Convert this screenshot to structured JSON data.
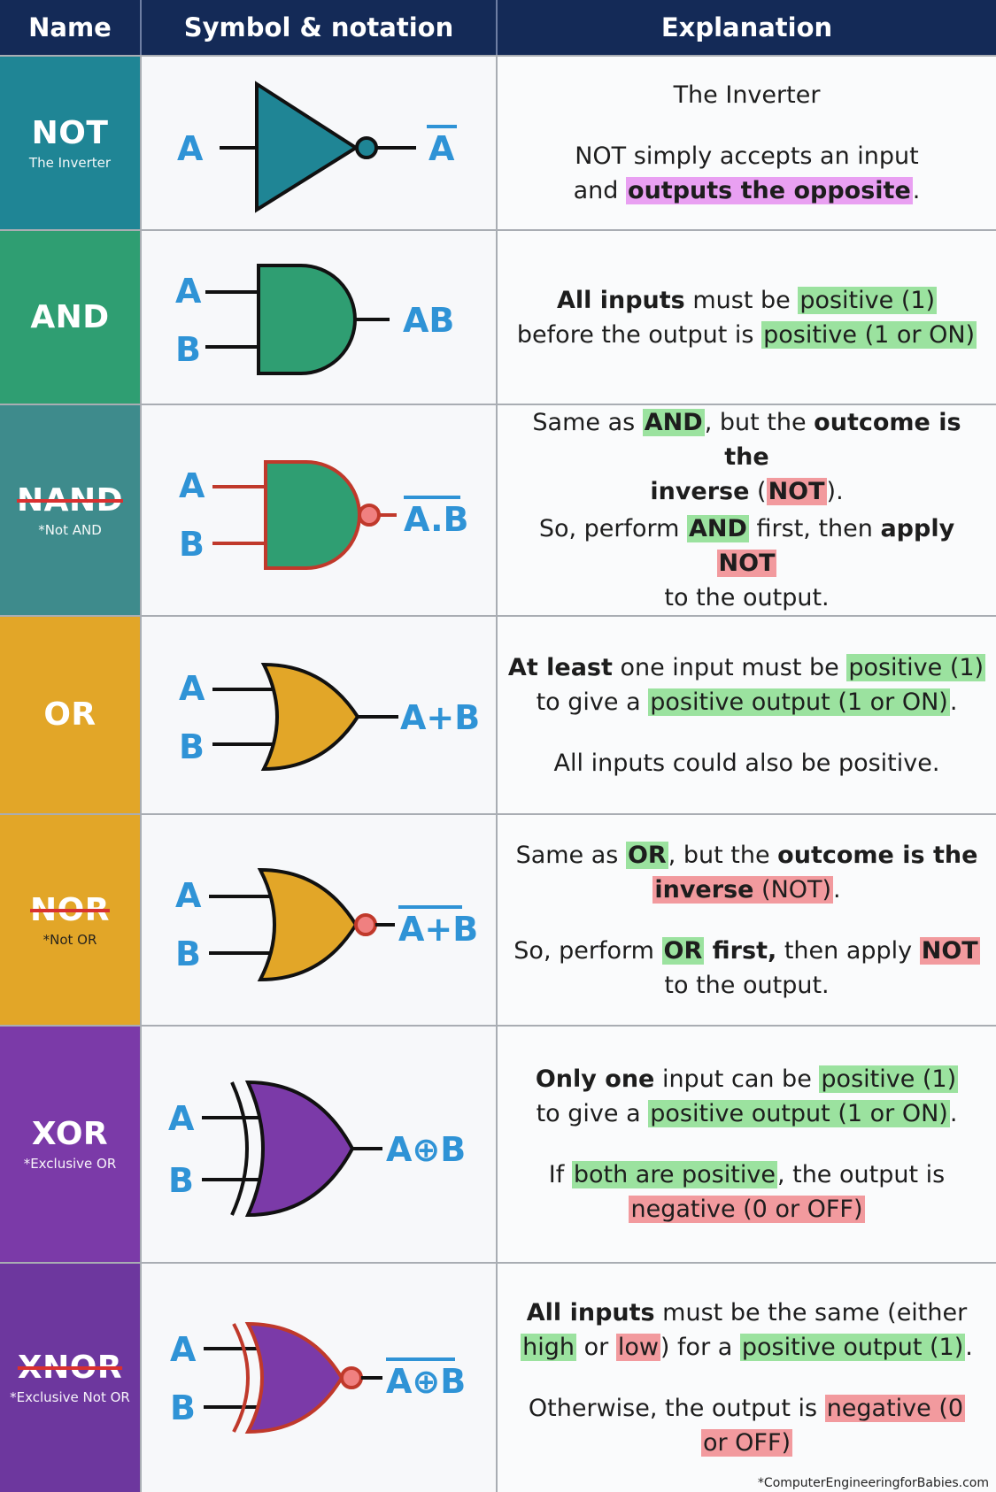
{
  "header": {
    "name": "Name",
    "symbol": "Symbol & notation",
    "explanation": "Explanation"
  },
  "colors": {
    "header_bg": "#142a57",
    "not": "#1f8595",
    "and": "#2f9e72",
    "nand": "#3e8b8c",
    "or": "#e2a628",
    "nor": "#e2a628",
    "xor": "#7b3aa8",
    "xnor": "#6d379e",
    "label_blue": "#2f93d6",
    "highlight_green": "#9be29f",
    "highlight_red": "#f29a9e",
    "highlight_magenta": "#e9a0f2"
  },
  "rows": [
    {
      "name": "NOT",
      "sub": "The Inverter",
      "inputs": [
        "A"
      ],
      "output": "A",
      "exp": {
        "title": "The Inverter",
        "l1": "NOT simply accepts an input",
        "l2a": "and ",
        "l2b": "outputs the opposite",
        "l2c": "."
      }
    },
    {
      "name": "AND",
      "sub": "",
      "inputs": [
        "A",
        "B"
      ],
      "output": "AB",
      "exp": {
        "l1a": "All inputs",
        "l1b": " must be ",
        "l1c": "positive (1)",
        "l2a": "before the output is ",
        "l2b": "positive (1 or ON)"
      }
    },
    {
      "name": "NAND",
      "sub": "*Not AND",
      "inputs": [
        "A",
        "B"
      ],
      "output": "A.B",
      "exp": {
        "l1a": "Same as ",
        "l1b": "AND",
        "l1c": ", but the ",
        "l1d": "outcome is the",
        "l2a": "inverse",
        "l2b": " (",
        "l2c": "NOT",
        "l2d": ").",
        "l3a": "So, perform ",
        "l3b": "AND",
        "l3c": " first, then ",
        "l3d": "apply",
        "l3e": " ",
        "l3f": "NOT",
        "l4": "to the output."
      }
    },
    {
      "name": "OR",
      "sub": "",
      "inputs": [
        "A",
        "B"
      ],
      "output": "A+B",
      "exp": {
        "l1a": "At least",
        "l1b": " one input must be ",
        "l1c": "positive (1)",
        "l2a": "to give a ",
        "l2b": "positive output (1 or ON)",
        "l2c": ".",
        "l3": "All inputs could also be positive."
      }
    },
    {
      "name": "NOR",
      "sub": "*Not OR",
      "inputs": [
        "A",
        "B"
      ],
      "output": "A+B",
      "exp": {
        "l1a": "Same as ",
        "l1b": "OR",
        "l1c": ", but the ",
        "l1d": "outcome is the",
        "l2a": "inverse",
        "l2b": " (NOT)",
        "l2c": ".",
        "l3a": "So, perform ",
        "l3b": "OR",
        "l3c": " first,",
        "l3d": " then apply ",
        "l3e": "NOT",
        "l4": "to the output."
      }
    },
    {
      "name": "XOR",
      "sub": "*Exclusive OR",
      "inputs": [
        "A",
        "B"
      ],
      "output": "A⊕B",
      "exp": {
        "l1a": "Only one",
        "l1b": " input can be ",
        "l1c": "positive (1)",
        "l2a": "to give a ",
        "l2b": "positive output (1 or ON)",
        "l2c": ".",
        "l3a": "If ",
        "l3b": "both are positive",
        "l3c": ", the output is",
        "l4": "negative (0 or OFF)"
      }
    },
    {
      "name": "XNOR",
      "sub": "*Exclusive Not OR",
      "inputs": [
        "A",
        "B"
      ],
      "output": "A⊕B",
      "exp": {
        "l1a": "All inputs",
        "l1b": " must be the same (either",
        "l2a": "high",
        "l2b": " or ",
        "l2c": "low",
        "l2d": ") for a ",
        "l2e": "positive output (1)",
        "l2f": ".",
        "l3a": "Otherwise, the output is ",
        "l3b": "negative (0",
        "l4": "or OFF)"
      }
    }
  ],
  "footer": "*ComputerEngineeringforBabies.com"
}
